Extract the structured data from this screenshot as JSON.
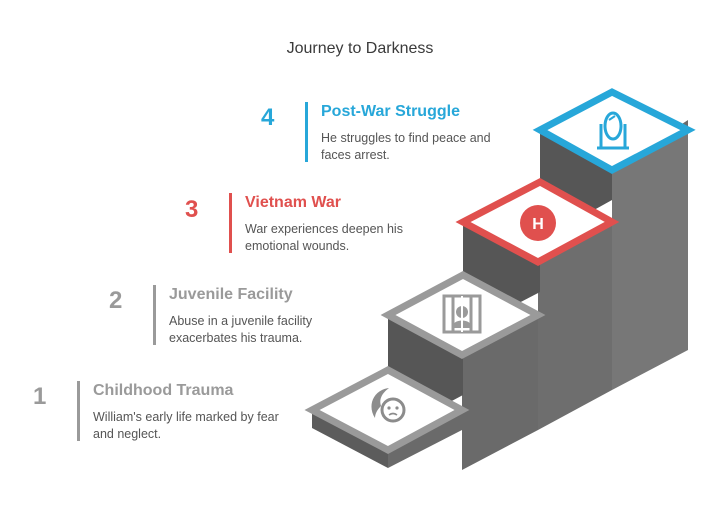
{
  "title": "Journey to Darkness",
  "colors": {
    "gray": "#9a9a9a",
    "red": "#e0504e",
    "blue": "#27a7d9",
    "stairs_dark": "#5c5c5c",
    "stairs_side": "#6e6e6e"
  },
  "steps": [
    {
      "number": "1",
      "heading": "Childhood Trauma",
      "description": "William's early life marked by fear and neglect.",
      "icon": "crying-child-icon"
    },
    {
      "number": "2",
      "heading": "Juvenile Facility",
      "description": "Abuse in a juvenile facility exacerbates his trauma.",
      "icon": "prison-bars-icon"
    },
    {
      "number": "3",
      "heading": "Vietnam War",
      "description": "War experiences deepen his emotional wounds.",
      "icon": "helicopter-pad-icon"
    },
    {
      "number": "4",
      "heading": "Post-War Struggle",
      "description": "He struggles to find peace and faces arrest.",
      "icon": "mirror-icon"
    }
  ]
}
